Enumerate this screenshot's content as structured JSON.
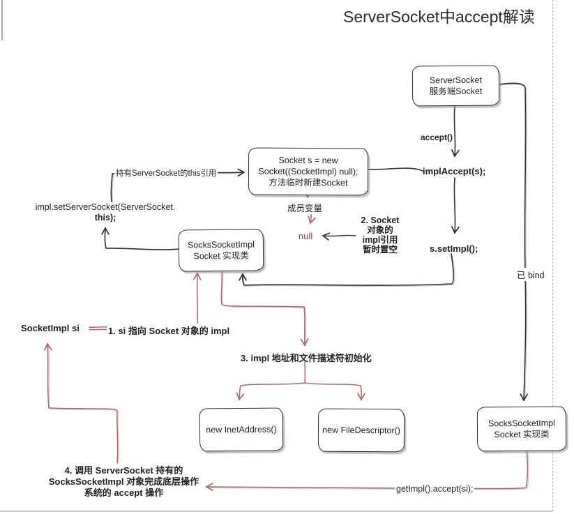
{
  "title": "ServerSocket中accept解读",
  "boxes": {
    "server_socket": {
      "line1": "ServerSocket",
      "line2": "服务端Socket"
    },
    "socket_new": {
      "line1": "Socket s = new",
      "line2": "Socket((SocketImpl) null);",
      "line3": "方法临时新建Socket"
    },
    "socks_impl_mid": {
      "line1": "SocksSocketImpl",
      "line2": "Socket 实现类"
    },
    "inet_address": {
      "label": "new InetAddress()"
    },
    "file_descriptor": {
      "label": "new FileDescriptor()"
    },
    "socks_impl_bottom": {
      "line1": "SocksSocketImpl",
      "line2": "Socket 实现类"
    }
  },
  "labels": {
    "accept_call": "accept()",
    "impl_accept": "implAccept(s);",
    "this_ref": "持有ServerSocket的this引用",
    "set_server_socket_line1": "impl.setServerSocket(ServerSocket.",
    "set_server_socket_line2": "this);",
    "member_var": "成员变量",
    "null_value": "null",
    "step2_line1": "2. Socket",
    "step2_line2": "对象的",
    "step2_line3": "impl引用",
    "step2_line4": "暂时置空",
    "set_impl": "s.setImpl();",
    "bound": "已 bind",
    "socket_impl_si": "SocketImpl si",
    "step1": "1. si 指向 Socket 对象的 impl",
    "step3": "3. impl 地址和文件描述符初始化",
    "step4_line1": "4. 调用 ServerSocket 持有的",
    "step4_line2": "SocksSocketImpl 对象完成底层操作",
    "step4_line3": "系统的 accept 操作",
    "get_impl_accept": "getImpl().accept(si);"
  },
  "colors": {
    "line_black": "#2e2e2e",
    "line_red": "#a96a6a",
    "null_text": "#8b4040",
    "text": "#1f1f1f"
  }
}
